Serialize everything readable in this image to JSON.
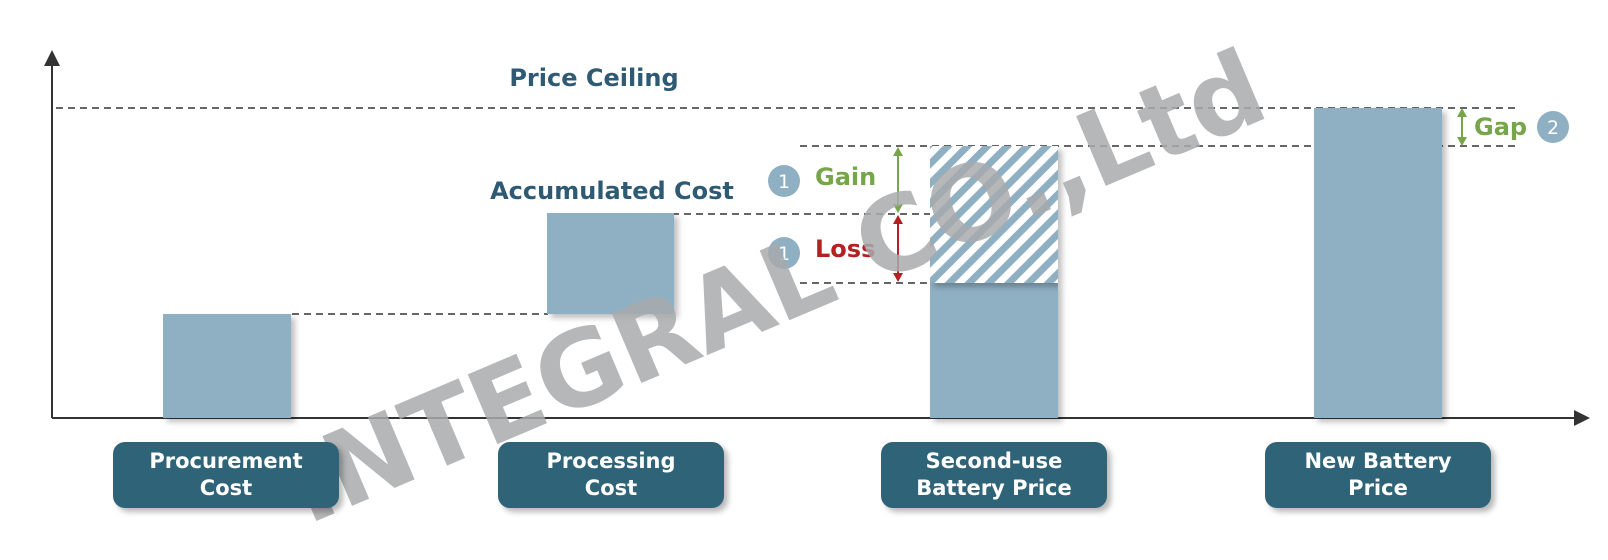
{
  "colors": {
    "bar": "#8fafc3",
    "label_box": "#2f6378",
    "heading_text": "#2f5a73",
    "gain": "#76a54a",
    "loss": "#b32121",
    "axis": "#333333",
    "watermark": "#a8aaad"
  },
  "labels": {
    "price_ceiling": "Price Ceiling",
    "accumulated_cost": "Accumulated Cost",
    "gain": "Gain",
    "loss": "Loss",
    "gap": "Gap",
    "gain_marker": "1",
    "loss_marker": "1",
    "gap_marker": "2"
  },
  "categories": [
    "Procurement\nCost",
    "Processing\nCost",
    "Second-use\nBattery Price",
    "New Battery\nPrice"
  ],
  "watermark": "INTEGRAL CO.,Ltd"
}
